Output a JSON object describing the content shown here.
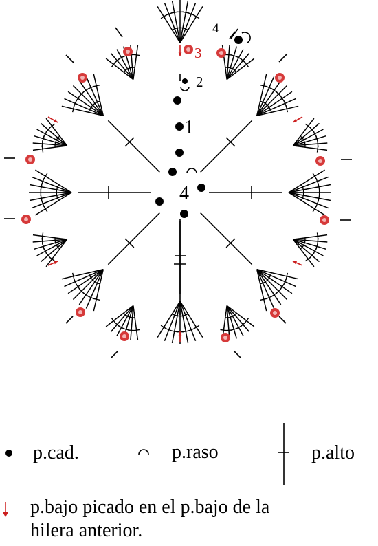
{
  "diagram": {
    "row_labels": {
      "row1": "1",
      "row2": "2",
      "row3": "3",
      "row4_top": "4",
      "row4_center": "4"
    },
    "colors": {
      "ink": "#000000",
      "red": "#cc1f1f",
      "bead": "#d63a3a"
    }
  },
  "legend": {
    "chain": {
      "label": "p.cad.",
      "icon": "filled-dot-icon"
    },
    "slip": {
      "label": "p.raso",
      "icon": "arc-icon"
    },
    "dc": {
      "label": "p.alto",
      "icon": "crossed-stem-icon"
    },
    "sc_back": {
      "line1": "p.bajo picado en el p.bajo de la",
      "line2": "hilera anterior.",
      "icon": "red-arrow-icon"
    }
  }
}
